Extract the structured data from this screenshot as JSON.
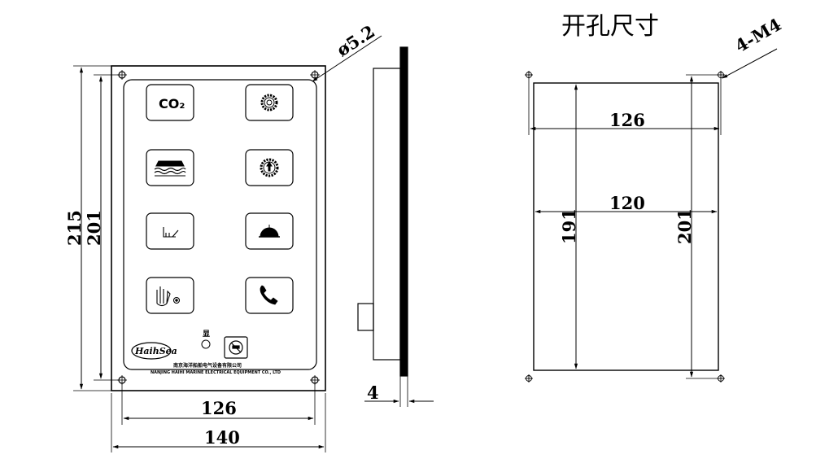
{
  "title": "开孔尺寸",
  "front_view": {
    "hole_dim": "ø5.2",
    "height_outer": "215",
    "height_inner": "201",
    "width_inner": "126",
    "width_outer": "140",
    "buttons": [
      {
        "icon": "co2-icon",
        "label": "CO₂"
      },
      {
        "icon": "gear-icon"
      },
      {
        "icon": "lifeboat-icon"
      },
      {
        "icon": "fire-pump-icon"
      },
      {
        "icon": "bilge-icon"
      },
      {
        "icon": "sun-gauge-icon"
      },
      {
        "icon": "fire-hand-icon"
      },
      {
        "icon": "telephone-icon"
      }
    ],
    "logo": "HaihSea",
    "indicator_label": "显",
    "company_cn": "南京海洋船舶电气设备有限公司",
    "company_en": "NANJING HAIHI MARINE ELECTRICAL EQUIPMENT CO., LTD"
  },
  "side_view": {
    "depth": "4"
  },
  "cutout_view": {
    "thread_dim": "4-M4",
    "width_holes": "126",
    "width_cutout": "120",
    "height_cutout": "191",
    "height_holes": "201"
  }
}
